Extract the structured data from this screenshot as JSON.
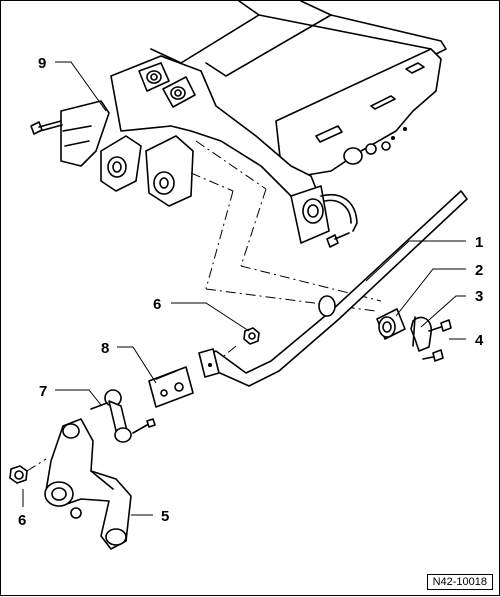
{
  "diagram": {
    "reference_code": "N42-10018",
    "callouts": [
      {
        "id": "callout-1",
        "label": "1"
      },
      {
        "id": "callout-2",
        "label": "2"
      },
      {
        "id": "callout-3",
        "label": "3"
      },
      {
        "id": "callout-4",
        "label": "4"
      },
      {
        "id": "callout-5",
        "label": "5"
      },
      {
        "id": "callout-6-top",
        "label": "6"
      },
      {
        "id": "callout-6-bottom",
        "label": "6"
      },
      {
        "id": "callout-7",
        "label": "7"
      },
      {
        "id": "callout-8",
        "label": "8"
      },
      {
        "id": "callout-9",
        "label": "9"
      }
    ]
  }
}
